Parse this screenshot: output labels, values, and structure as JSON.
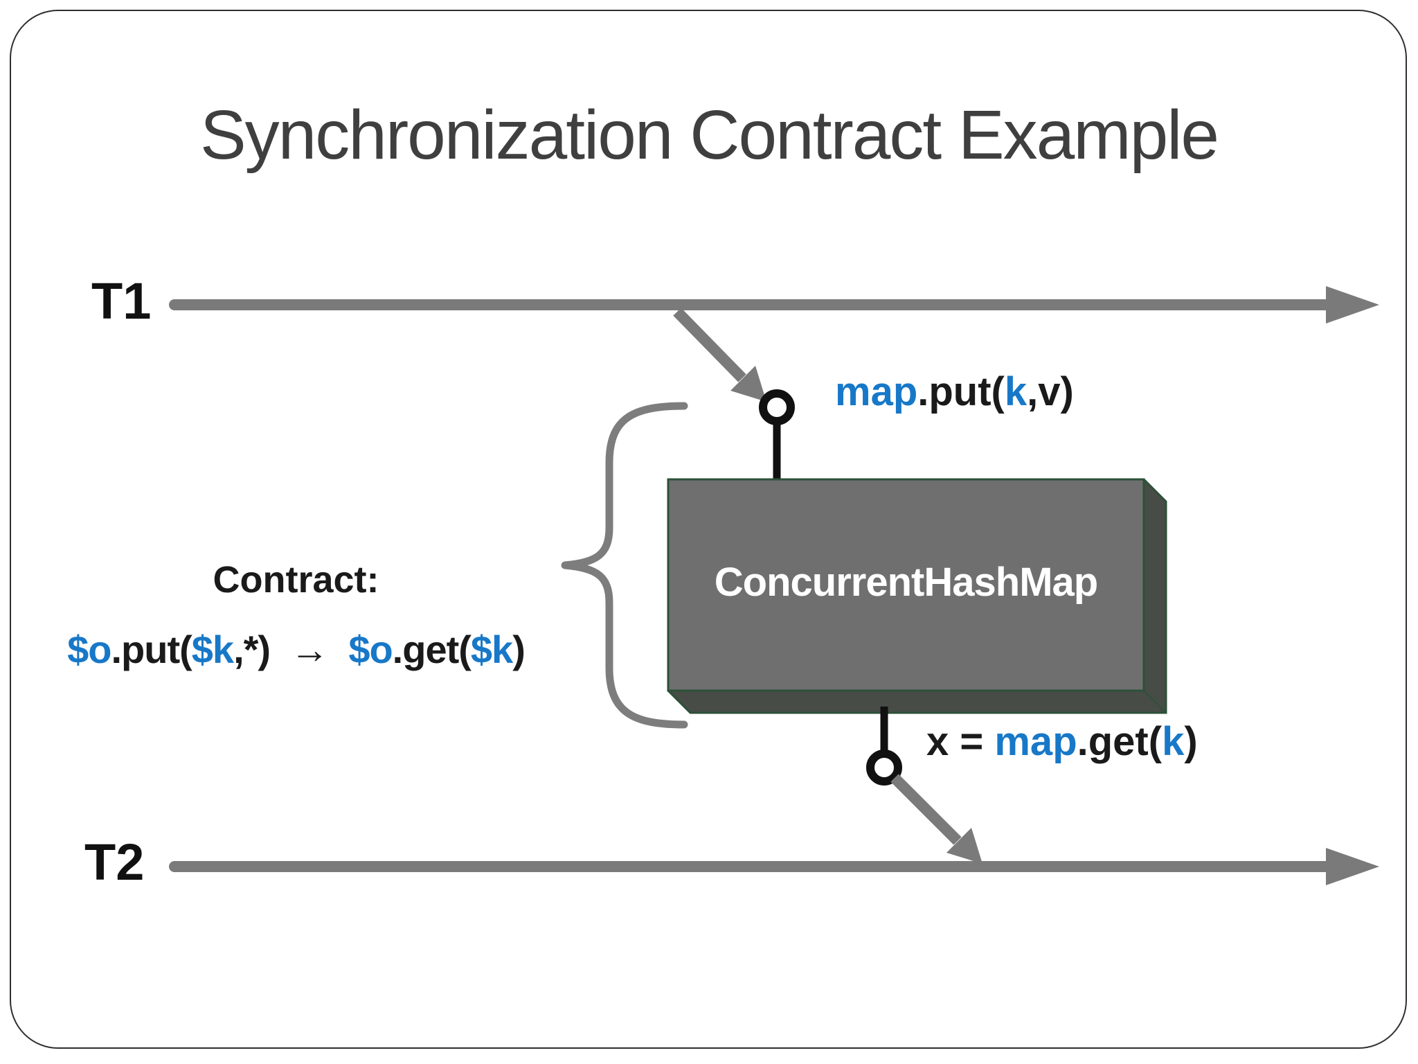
{
  "slide": {
    "title": "Synchronization Contract Example"
  },
  "colors": {
    "blue": "#1878C8",
    "black": "#1a1a1a",
    "title_gray": "#3f3f3f",
    "line_gray": "#7a7a7a",
    "brace_gray": "#7d7d7d",
    "connector_black": "#111111",
    "circle_fill": "#ffffff",
    "box_front": "#6f6f6f",
    "box_side": "#474c47",
    "box_outline": "#2d5038",
    "box_text": "#ffffff"
  },
  "threads": {
    "t1": "T1",
    "t2": "T2"
  },
  "hashmap_box": {
    "label": "ConcurrentHashMap"
  },
  "events": {
    "put": {
      "segments": [
        {
          "t": "map",
          "c": "blue"
        },
        {
          "t": ".put(",
          "c": "black"
        },
        {
          "t": "k",
          "c": "blue"
        },
        {
          "t": ",v)",
          "c": "black"
        }
      ]
    },
    "get": {
      "segments": [
        {
          "t": "x = ",
          "c": "black"
        },
        {
          "t": "map",
          "c": "blue"
        },
        {
          "t": ".get(",
          "c": "black"
        },
        {
          "t": "k",
          "c": "blue"
        },
        {
          "t": ")",
          "c": "black"
        }
      ]
    }
  },
  "contract": {
    "heading": "Contract:",
    "rule": {
      "segments": [
        {
          "t": "$o",
          "c": "blue"
        },
        {
          "t": ".put(",
          "c": "black"
        },
        {
          "t": "$k",
          "c": "blue"
        },
        {
          "t": ",*)  →  ",
          "c": "black"
        },
        {
          "t": "$o",
          "c": "blue"
        },
        {
          "t": ".get(",
          "c": "black"
        },
        {
          "t": "$k",
          "c": "blue"
        },
        {
          "t": ")",
          "c": "black"
        }
      ]
    }
  }
}
